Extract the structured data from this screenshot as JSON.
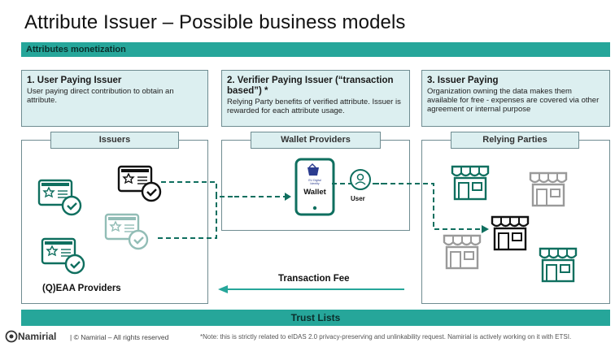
{
  "title": "Attribute Issuer – Possible business models",
  "top_bar": "Attributes monetization",
  "models": [
    {
      "heading": "1. User Paying Issuer",
      "text": "User paying direct contribution to obtain an attribute."
    },
    {
      "heading": "2. Verifier Paying Issuer (“transaction based”) *",
      "text": "Relying Party benefits of verified attribute. Issuer is rewarded for each attribute usage."
    },
    {
      "heading": "3. Issuer Paying",
      "text": "Organization owning the data makes them available for free - expenses are covered via other agreement or internal purpose"
    }
  ],
  "panels": {
    "issuers": "Issuers",
    "wallet_providers": "Wallet Providers",
    "relying_parties": "Relying Parties"
  },
  "providers_label": "(Q)EAA Providers",
  "wallet_label": "Wallet",
  "wallet_small_text": "EU Digital Identity",
  "user_label": "User",
  "transaction_fee": "Transaction Fee",
  "bottom_bar": "Trust Lists",
  "footer": {
    "logo_text": "Namirial",
    "copyright": "| © Namirial – All rights reserved",
    "note": "*Note: this is strictly related to eIDAS 2.0 privacy-preserving and unlinkability request. Namirial is actively working on it with ETSI."
  },
  "colors": {
    "teal": "#26a69a",
    "light_teal": "#dceff0",
    "border": "#6f8c91",
    "dark_green": "#0f6f5f"
  }
}
